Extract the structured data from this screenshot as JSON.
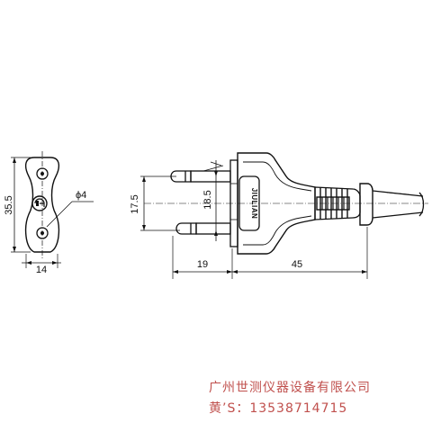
{
  "dimensions": {
    "height_total": "35.5",
    "width_face": "14",
    "hole_diameter": "ϕ4",
    "pin_spacing": "17.5",
    "pin_width": "18.5",
    "pin_length": "19",
    "body_length": "45"
  },
  "brand_mark": "JIULIAN",
  "caption": {
    "company": "广州世测仪器设备有限公司",
    "contact": "黄’S：13538714715"
  },
  "colors": {
    "line": "#111111",
    "caption": "#c0504d",
    "background": "#ffffff"
  }
}
